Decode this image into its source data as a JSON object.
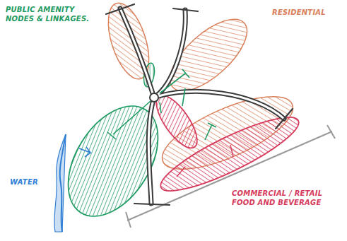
{
  "diagram": {
    "labels": [
      "PUBLIC AMENITY NODES & LINKAGES.",
      "RESIDENTIAL",
      "COMMERCIAL / RETAIL FOOD AND BEVERAGE",
      "WATER"
    ]
  }
}
